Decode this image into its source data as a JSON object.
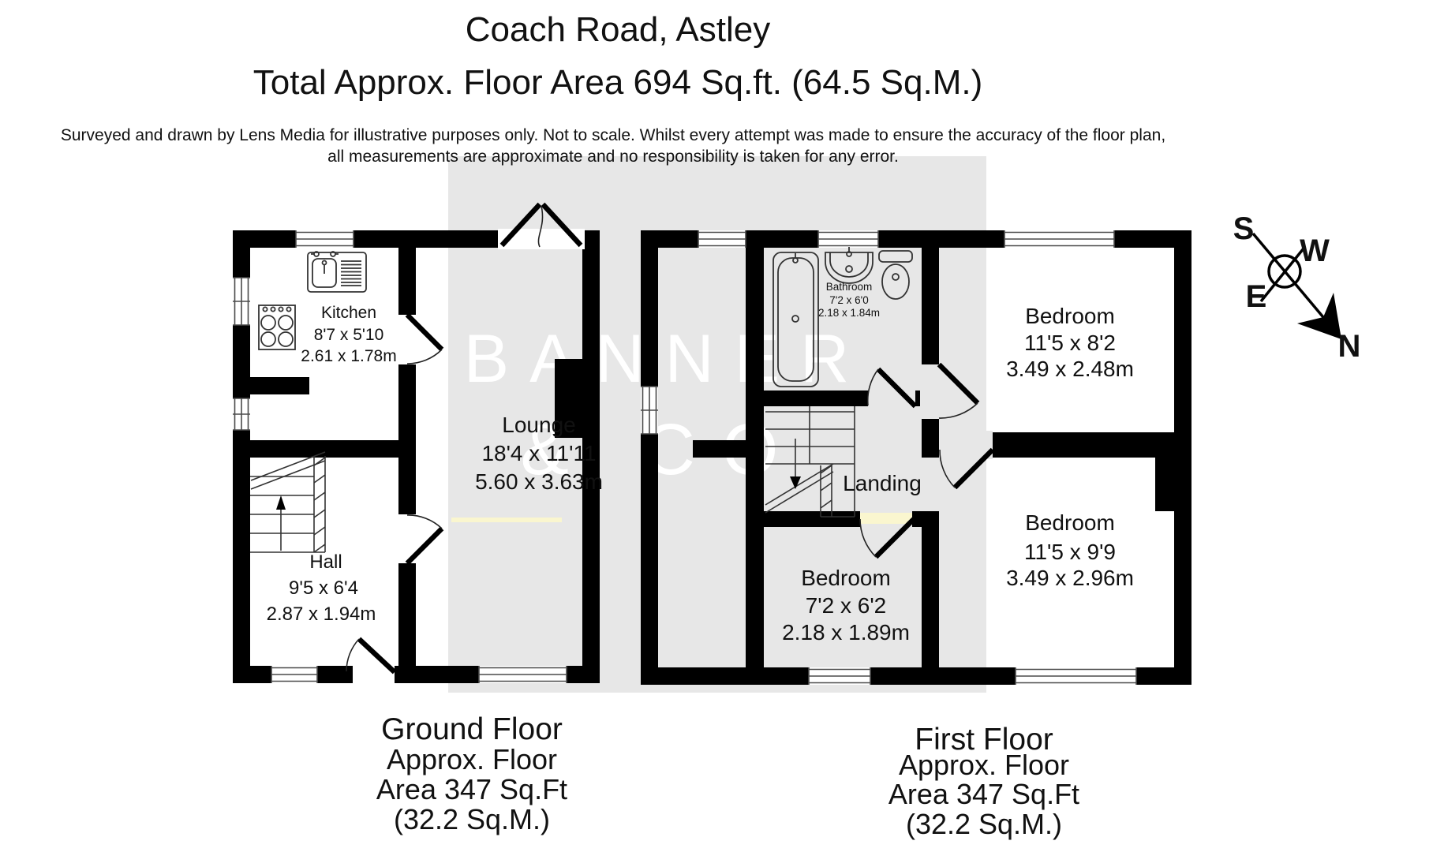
{
  "header": {
    "title": "Coach Road, Astley",
    "subtitle": "Total Approx. Floor Area 694 Sq.ft. (64.5 Sq.M.)",
    "disclaimer_line1": "Surveyed and drawn by Lens Media for illustrative purposes only. Not to scale. Whilst every attempt was made to ensure the accuracy of the floor plan,",
    "disclaimer_line2": "all measurements are approximate and no responsibility is taken for any error."
  },
  "watermark": {
    "line1": "BANNER",
    "line2": "& CO",
    "band_color": "#e7e7e7",
    "text_color": "#ffffff"
  },
  "ground_floor": {
    "rooms": {
      "kitchen": {
        "name": "Kitchen",
        "imperial": "8'7 x 5'10",
        "metric": "2.61 x 1.78m"
      },
      "lounge": {
        "name": "Lounge",
        "imperial": "18'4 x 11'11",
        "metric": "5.60 x 3.63m"
      },
      "hall": {
        "name": "Hall",
        "imperial": "9'5 x 6'4",
        "metric": "2.87 x 1.94m"
      }
    },
    "caption": {
      "line1": "Ground Floor",
      "line2": "Approx. Floor",
      "line3": "Area 347 Sq.Ft",
      "line4": "(32.2 Sq.M.)"
    }
  },
  "first_floor": {
    "rooms": {
      "bathroom": {
        "name": "Bathroom",
        "imperial": "7'2 x 6'0",
        "metric": "2.18 x 1.84m"
      },
      "bedroom_top_right": {
        "name": "Bedroom",
        "imperial": "11'5 x 8'2",
        "metric": "3.49 x 2.48m"
      },
      "bedroom_bottom_right": {
        "name": "Bedroom",
        "imperial": "11'5  x 9'9",
        "metric": "3.49 x 2.96m"
      },
      "bedroom_small": {
        "name": "Bedroom",
        "imperial": "7'2 x 6'2",
        "metric": "2.18 x 1.89m"
      },
      "landing": {
        "name": "Landing"
      }
    },
    "caption": {
      "line1": "First Floor",
      "line2": "Approx. Floor",
      "line3": "Area 347 Sq.Ft",
      "line4": "(32.2 Sq.M.)"
    }
  },
  "compass": {
    "north": "N",
    "south": "S",
    "east": "E",
    "west": "W"
  },
  "colors": {
    "wall": "#000000",
    "highlight": "#faf6cf",
    "text": "#111111"
  }
}
